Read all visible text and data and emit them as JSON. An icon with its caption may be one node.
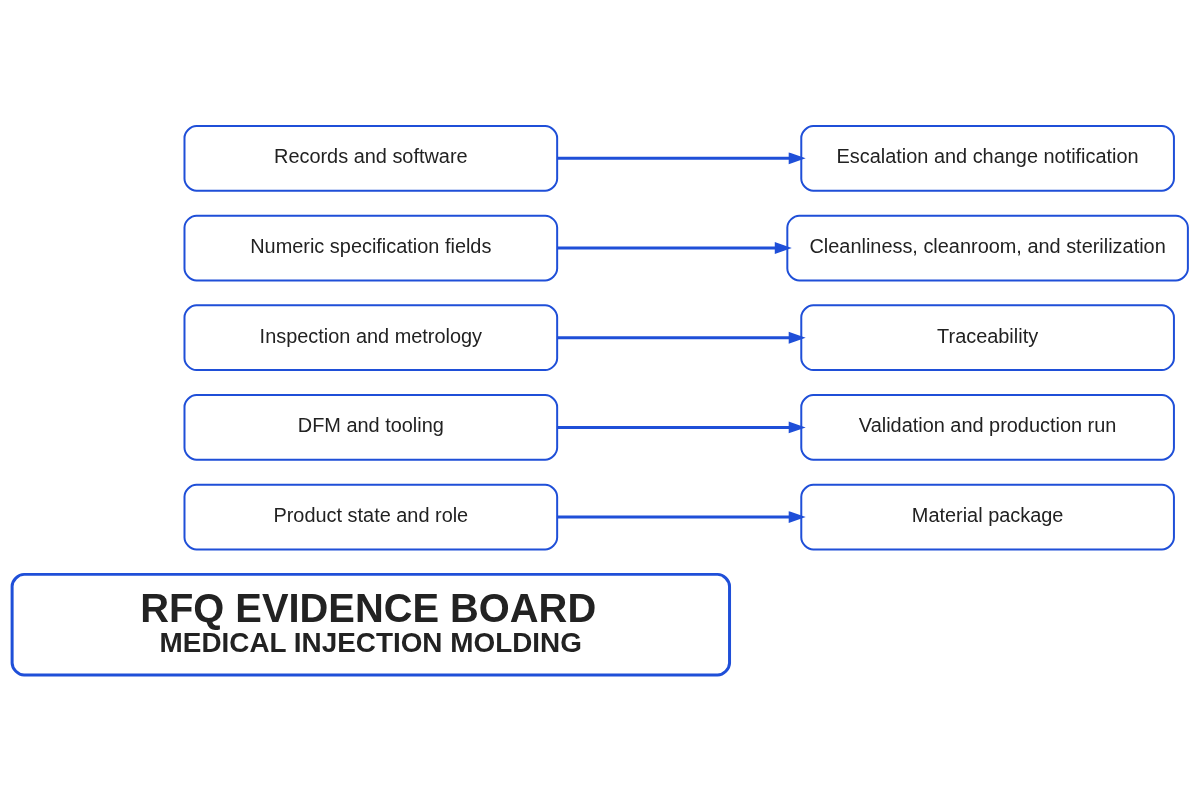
{
  "diagram": {
    "nodes": [
      {
        "text": [
          "RFQ EVIDENCE BOARD",
          "MEDICAL INJECTION MOLDING"
        ]
      },
      {
        "text": [
          "Product state and role"
        ]
      },
      {
        "text": [
          "Material package"
        ]
      },
      {
        "text": [
          "DFM and tooling"
        ]
      },
      {
        "text": [
          "Validation and production run"
        ]
      },
      {
        "text": [
          "Inspection and metrology"
        ]
      },
      {
        "text": [
          "Traceability"
        ]
      },
      {
        "text": [
          "Numeric specification fields"
        ]
      },
      {
        "text": [
          "Cleanliness, cleanroom, and sterilization"
        ]
      },
      {
        "text": [
          "Records and software"
        ]
      },
      {
        "text": [
          "Escalation and change notification"
        ]
      }
    ],
    "edges": [
      {
        "from": 1,
        "to": 2,
        "arrow": "to"
      },
      {
        "from": 3,
        "to": 4,
        "arrow": "to"
      },
      {
        "from": 5,
        "to": 6,
        "arrow": "to"
      },
      {
        "from": 7,
        "to": 8,
        "arrow": "to"
      },
      {
        "from": 9,
        "to": 10,
        "arrow": "to"
      }
    ]
  }
}
